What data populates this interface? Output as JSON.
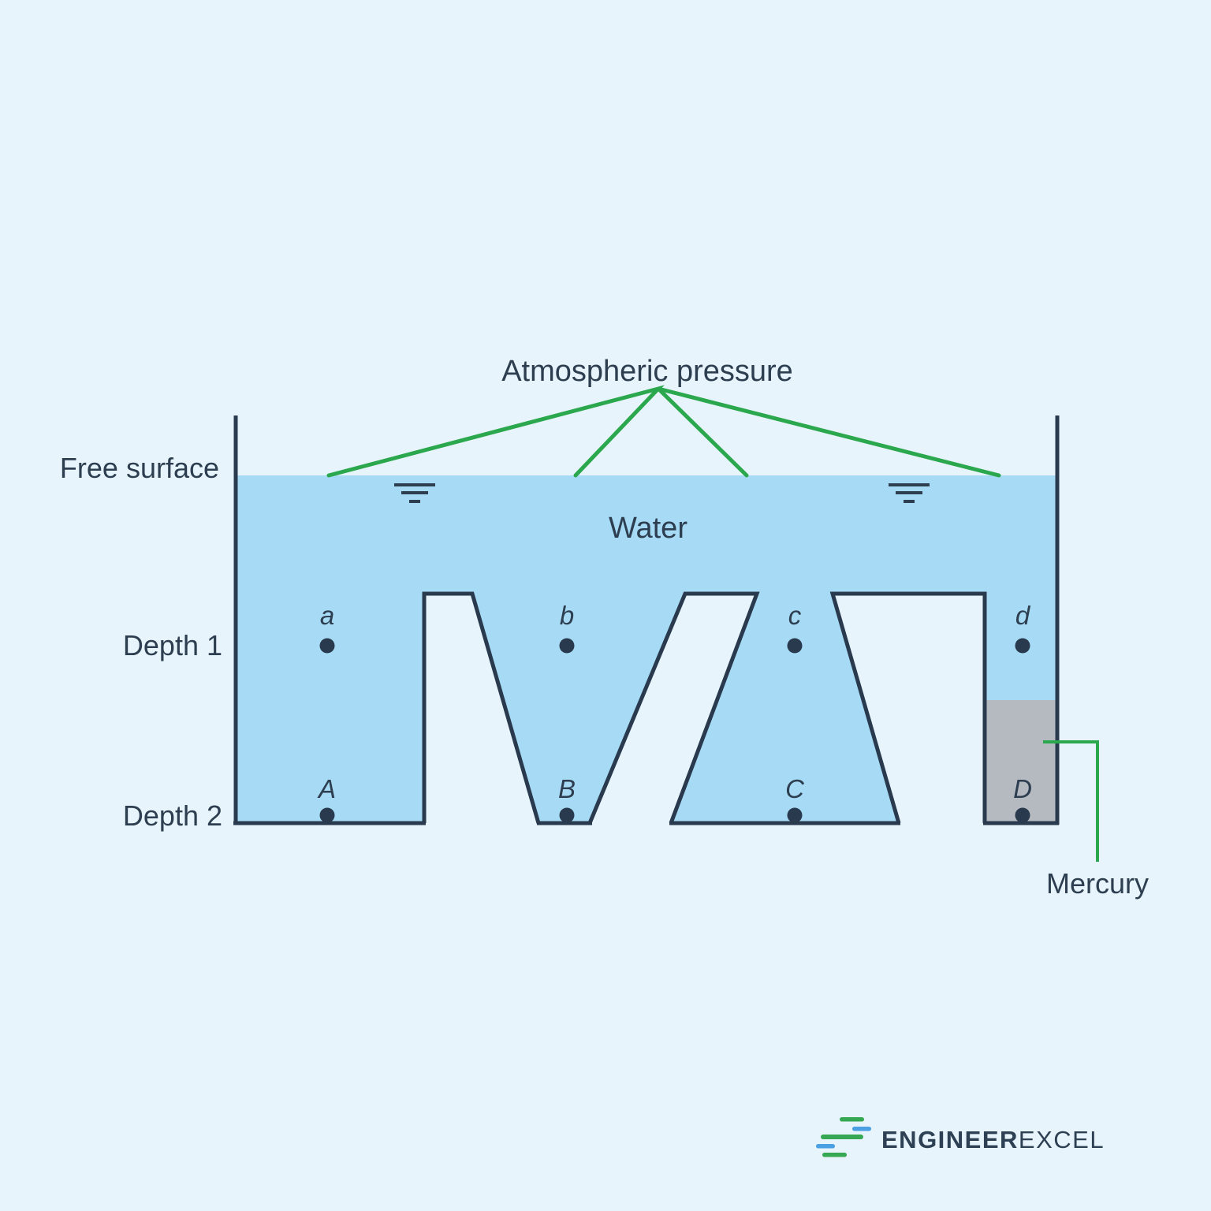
{
  "figure": {
    "atmospheric_pressure_label": "Atmospheric pressure",
    "free_surface_label": "Free surface",
    "water_label": "Water",
    "depth1_label": "Depth 1",
    "depth2_label": "Depth 2",
    "mercury_label": "Mercury"
  },
  "points": {
    "depth1": {
      "p1": "a",
      "p2": "b",
      "p3": "c",
      "p4": "d"
    },
    "depth2": {
      "p1": "A",
      "p2": "B",
      "p3": "C",
      "p4": "D"
    }
  },
  "logo": {
    "brand_bold": "ENGINEER",
    "brand_light": "EXCEL"
  },
  "colors": {
    "background": "#e8f4fb",
    "water": "#a7dbf5",
    "mercury": "#b5bac1",
    "line_dark": "#2a3a4e",
    "text_dark": "#2d3e50",
    "green": "#2ba74d",
    "logo_green": "#36a853",
    "logo_blue": "#4b9fe3",
    "logo_text": "#2e4053"
  }
}
